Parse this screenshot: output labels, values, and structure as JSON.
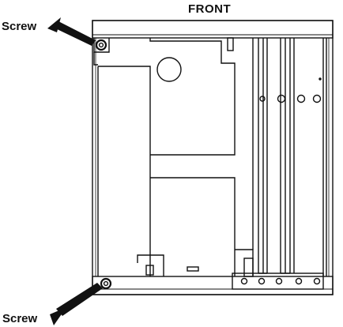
{
  "labels": {
    "front": "FRONT",
    "screw_top": "Screw",
    "screw_bottom": "Screw"
  },
  "colors": {
    "line": "#111111",
    "background": "#ffffff"
  }
}
